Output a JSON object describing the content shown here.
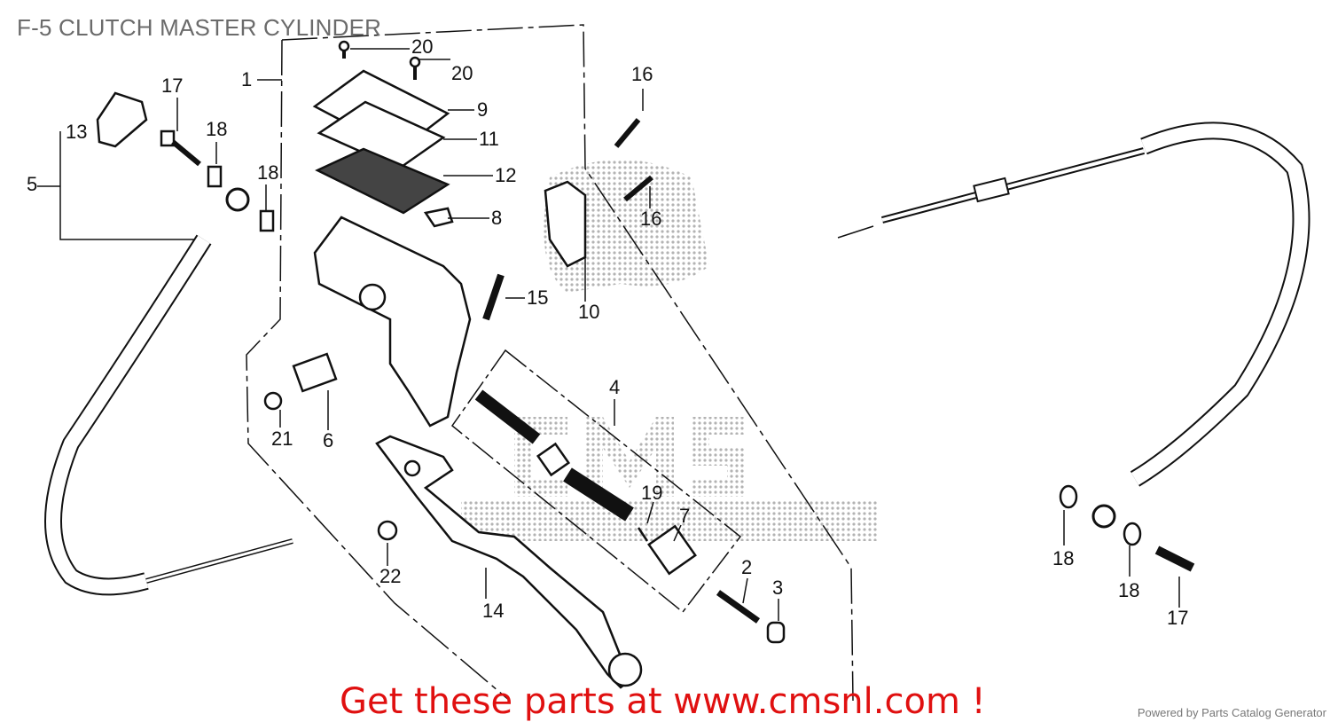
{
  "title": "F-5 CLUTCH MASTER CYLINDER",
  "callouts": [
    "20",
    "20",
    "1",
    "17",
    "9",
    "18",
    "13",
    "11",
    "16",
    "12",
    "18",
    "5",
    "8",
    "16",
    "15",
    "10",
    "4",
    "21",
    "6",
    "19",
    "7",
    "2",
    "22",
    "3",
    "14",
    "18",
    "18",
    "17"
  ],
  "watermark": "CMS",
  "footer": {
    "cta": "Get these parts at www.cmsnl.com !",
    "powered": "Powered by Parts Catalog Generator"
  },
  "colors": {
    "cta": "#e01010",
    "title": "#6b6b6b",
    "line": "#111111",
    "watermark": "#9a9a9a"
  }
}
